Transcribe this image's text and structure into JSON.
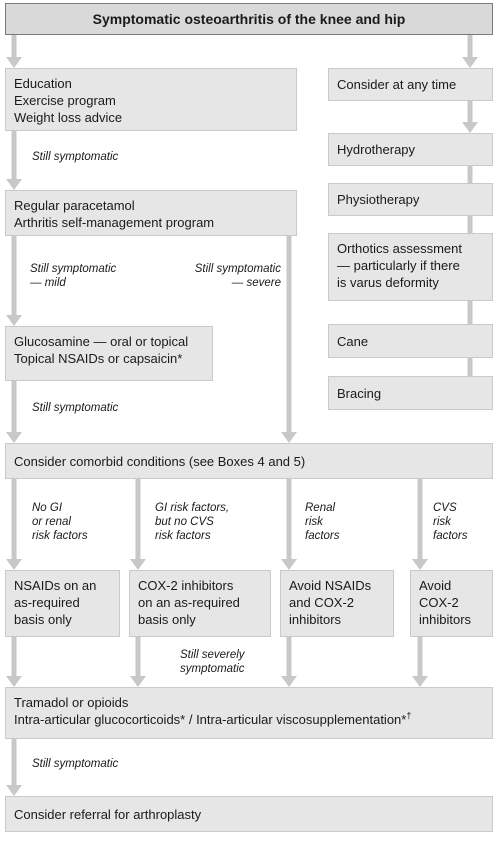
{
  "title": "Symptomatic osteoarthritis of the knee and hip",
  "left_boxes": {
    "education": [
      "Education",
      "Exercise program",
      "Weight loss advice"
    ],
    "paracetamol": [
      "Regular paracetamol",
      "Arthritis self-management program"
    ],
    "glucosamine": [
      "Glucosamine — oral or topical",
      "Topical NSAIDs or capsaicin*"
    ],
    "comorbid": "Consider comorbid conditions (see Boxes 4 and 5)",
    "nsaids": [
      "NSAIDs on an",
      "as-required",
      "basis only"
    ],
    "cox2": [
      "COX-2 inhibitors",
      "on an as-required",
      "basis only"
    ],
    "avoid_both": [
      "Avoid NSAIDs",
      "and COX-2",
      "inhibitors"
    ],
    "avoid_cox2": [
      "Avoid",
      "COX-2",
      "inhibitors"
    ],
    "tramadol_line1": "Tramadol or opioids",
    "tramadol_line2": "Intra-articular glucocorticoids* / Intra-articular viscosupplementation*",
    "tramadol_sup": "†",
    "referral": "Consider referral for arthroplasty"
  },
  "right_boxes": {
    "consider": "Consider at any time",
    "hydrotherapy": "Hydrotherapy",
    "physiotherapy": "Physiotherapy",
    "orthotics": [
      "Orthotics assessment",
      "— particularly if there",
      "is varus deformity"
    ],
    "cane": "Cane",
    "bracing": "Bracing"
  },
  "labels": {
    "still_symptomatic_1": "Still symptomatic",
    "mild": [
      "Still symptomatic",
      "— mild"
    ],
    "severe": [
      "Still symptomatic",
      "— severe"
    ],
    "still_symptomatic_2": "Still symptomatic",
    "no_gi": [
      "No GI",
      "or renal",
      "risk factors"
    ],
    "gi_risk": [
      "GI risk factors,",
      "but no CVS",
      "risk factors"
    ],
    "renal": [
      "Renal",
      "risk",
      "factors"
    ],
    "cvs": [
      "CVS",
      "risk",
      "factors"
    ],
    "severely": [
      "Still severely",
      "symptomatic"
    ],
    "still_symptomatic_3": "Still symptomatic"
  },
  "colors": {
    "box_fill": "#e6e6e6",
    "title_fill": "#d9d9d9",
    "arrow": "#c8c8c8"
  }
}
